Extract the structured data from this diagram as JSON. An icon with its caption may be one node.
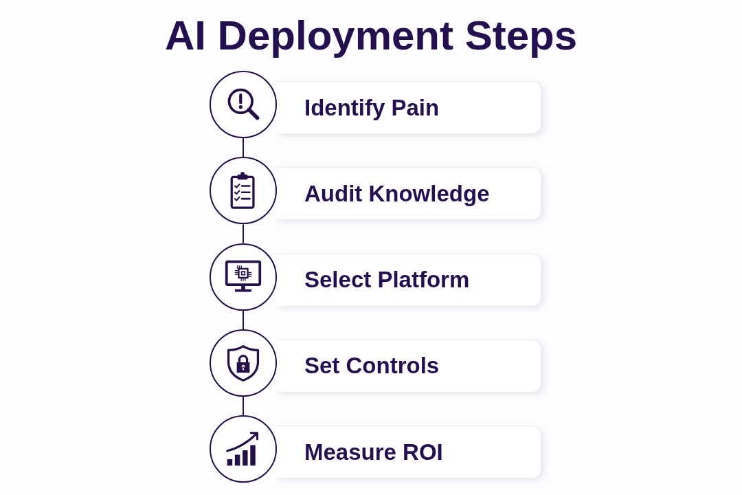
{
  "diagram": {
    "title": "AI Deployment Steps",
    "nodes": [
      {
        "text": [],
        "shape": "circle"
      },
      {
        "text": [
          "Identify Pain"
        ]
      },
      {
        "text": [],
        "shape": "circle"
      },
      {
        "text": [
          "Audit Knowledge"
        ]
      },
      {
        "text": [],
        "shape": "circle"
      },
      {
        "text": [
          "Select Platform"
        ]
      },
      {
        "text": [],
        "shape": "circle"
      },
      {
        "text": [
          "Set Controls"
        ]
      },
      {
        "text": [],
        "shape": "circle"
      },
      {
        "text": [
          "Measure ROI"
        ]
      }
    ],
    "edges": [
      {
        "from": 0,
        "to": 2,
        "arrow": "none"
      },
      {
        "from": 2,
        "to": 4,
        "arrow": "none"
      },
      {
        "from": 4,
        "to": 6,
        "arrow": "none"
      },
      {
        "from": 6,
        "to": 8,
        "arrow": "none"
      }
    ]
  }
}
